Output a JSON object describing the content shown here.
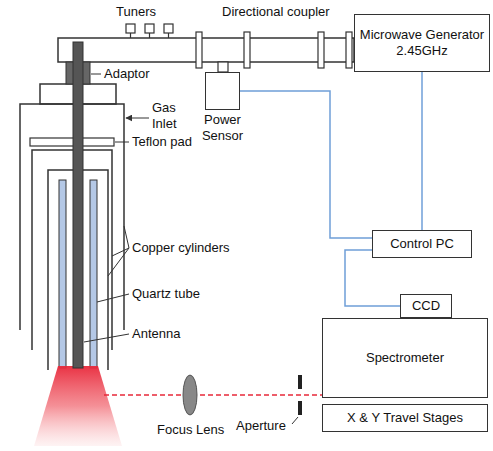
{
  "diagram": {
    "nodes": [
      {
        "text": [
          "Microwave Generator 2.45GHz"
        ]
      },
      {
        "text": [
          "Power Sensor"
        ]
      },
      {
        "text": [
          "Control PC"
        ]
      },
      {
        "text": [
          "CCD"
        ]
      },
      {
        "text": [
          "Spectrometer"
        ]
      },
      {
        "text": [
          "X & Y Travel Stages"
        ]
      }
    ],
    "edges": [
      {
        "from": 1,
        "to": 2,
        "arrow": "none"
      },
      {
        "from": 0,
        "to": 2,
        "arrow": "none"
      },
      {
        "from": 2,
        "to": 3,
        "arrow": "none"
      }
    ],
    "labels": [
      "Tuners",
      "Directional coupler",
      "Adaptor",
      "Gas Inlet",
      "Teflon pad",
      "Copper cylinders",
      "Quartz tube",
      "Antenna",
      "Focus Lens",
      "Aperture"
    ]
  }
}
